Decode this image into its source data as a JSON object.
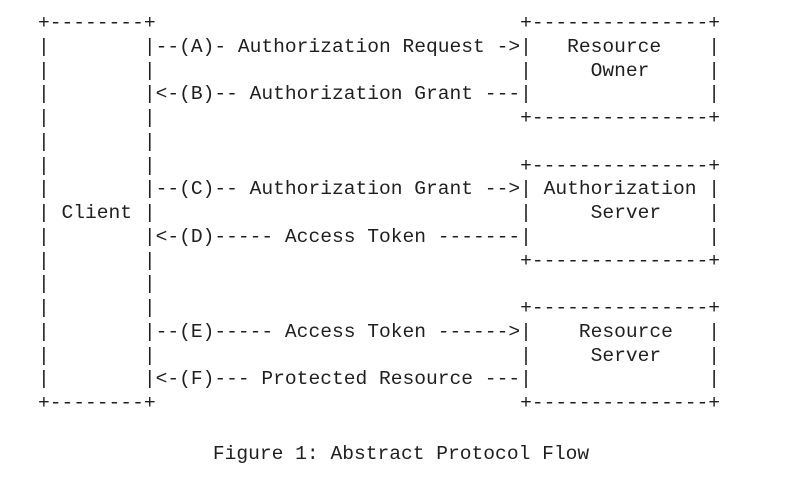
{
  "diagram": {
    "lines": [
      "+--------+                               +---------------+",
      "|        |--(A)- Authorization Request ->|   Resource    |",
      "|        |                               |     Owner     |",
      "|        |<-(B)-- Authorization Grant ---|               |",
      "|        |                               +---------------+",
      "|        |",
      "|        |                               +---------------+",
      "|        |--(C)-- Authorization Grant -->| Authorization |",
      "| Client |                               |     Server    |",
      "|        |<-(D)----- Access Token -------|               |",
      "|        |                               +---------------+",
      "|        |",
      "|        |                               +---------------+",
      "|        |--(E)----- Access Token ------>|    Resource   |",
      "|        |                               |     Server    |",
      "|        |<-(F)--- Protected Resource ---|               |",
      "+--------+                               +---------------+"
    ]
  },
  "caption": "Figure 1: Abstract Protocol Flow"
}
